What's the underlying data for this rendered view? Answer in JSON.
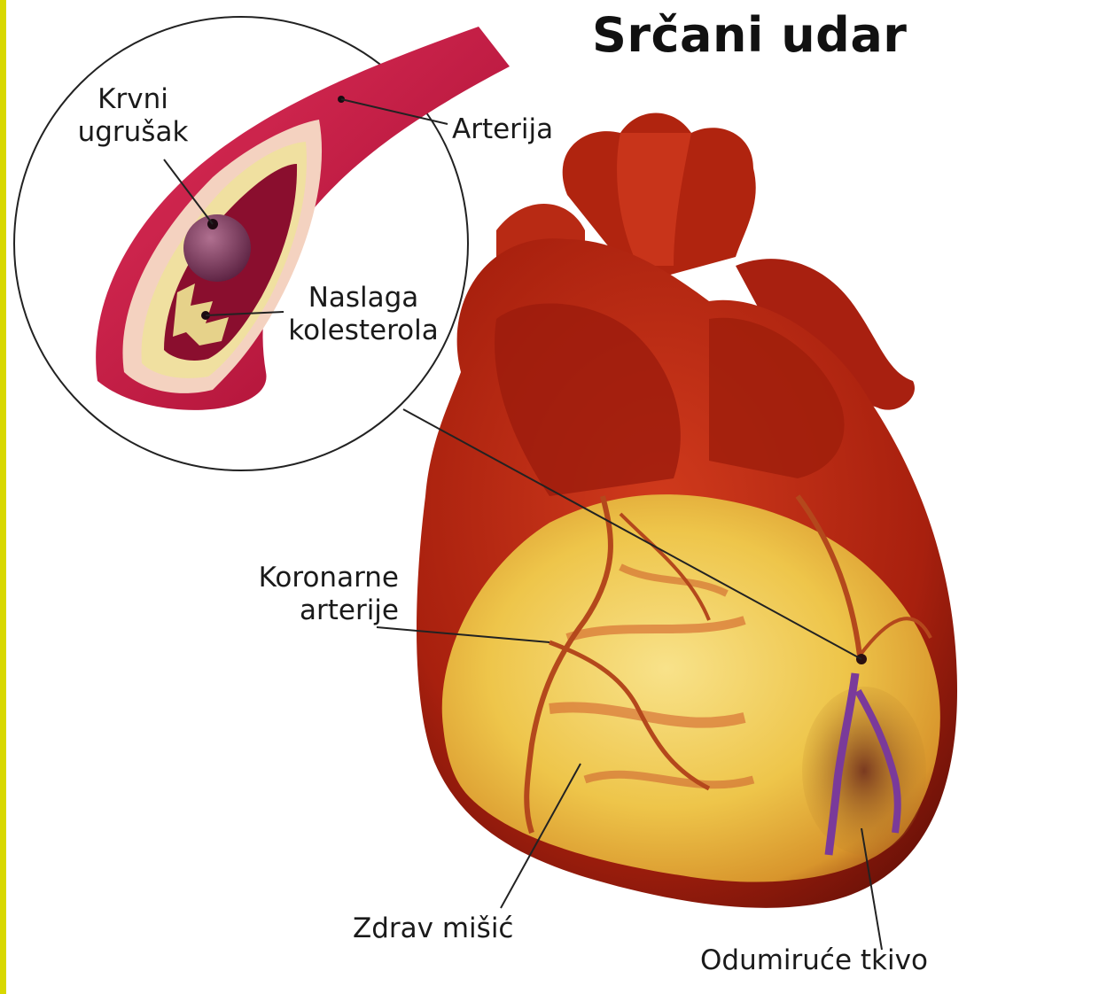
{
  "title": "Srčani udar",
  "labels": {
    "clot_line1": "Krvni",
    "clot_line2": "ugrušak",
    "artery": "Arterija",
    "plaque_line1": "Naslaga",
    "plaque_line2": "kolesterola",
    "coronary_line1": "Koronarne",
    "coronary_line2": "arterije",
    "healthy_muscle": "Zdrav mišić",
    "dying_tissue": "Odumiruće tkivo"
  },
  "colors": {
    "stripe": "#d8d800",
    "artery": "#c0143c",
    "heart": "#b82a14",
    "healthy_tissue": "#f0c840",
    "dying_tissue": "#7a3a9a"
  }
}
